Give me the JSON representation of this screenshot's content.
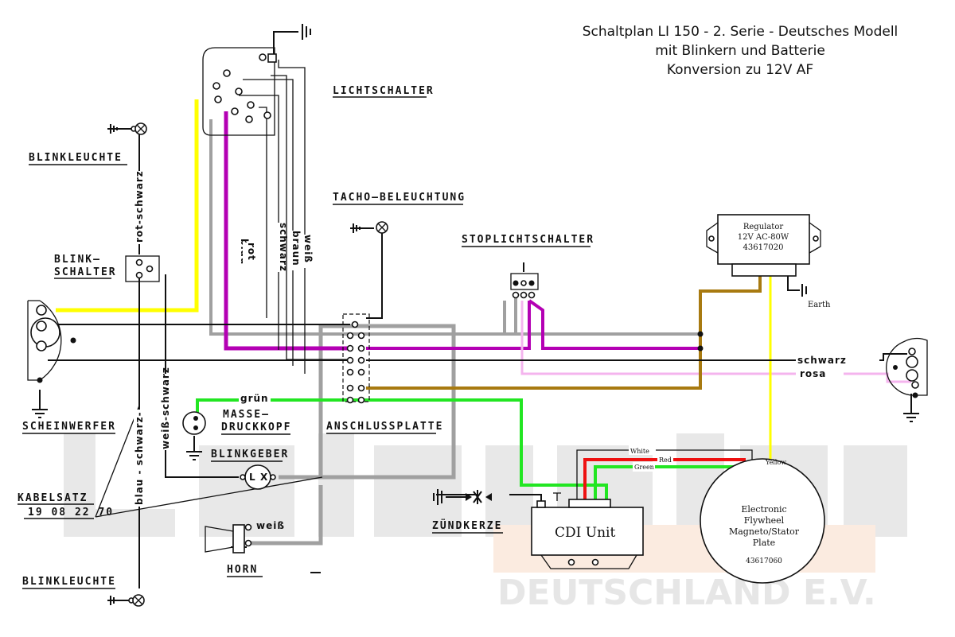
{
  "title": {
    "line1": "Schaltplan LI 150 - 2. Serie - Deutsches  Modell",
    "line2": "mit Blinkern und Batterie",
    "line3": "Konversion zu 12V AF"
  },
  "watermark": {
    "brand": "Lambretta",
    "club": "CLUB",
    "org": "DEUTSCHLAND E.V."
  },
  "components": {
    "lichtschalter": "LICHTSCHALTER",
    "blinkleuchte_front": "BLINKLEUCHTE",
    "blinkleuchte_rear": "BLINKLEUCHTE",
    "blinkschalter_1": "BLINK–",
    "blinkschalter_2": "SCHALTER",
    "scheinwerfer": "SCHEINWERFER",
    "kabelsatz": "KABELSATZ",
    "kabelsatz_nr": "19 08 22 70",
    "tacho": "TACHO–BELEUCHTUNG",
    "stoplicht": "STOPLICHTSCHALTER",
    "anschlussplatte": "ANSCHLUSSPLATTE",
    "masse_1": "MASSE–",
    "masse_2": "DRUCKKOPF",
    "blinkgeber": "BLINKGEBER",
    "blinkgeber_L": "L",
    "blinkgeber_X": "X",
    "horn": "HORN",
    "zuendkerze": "ZÜNDKERZE",
    "cdi": "CDI Unit",
    "regulator_1": "Regulator",
    "regulator_2": "12V AC-80W",
    "regulator_3": "43617020",
    "earth": "Earth",
    "stator_1": "Electronic",
    "stator_2": "Flywheel",
    "stator_3": "Magneto/Stator",
    "stator_4": "Plate",
    "stator_5": "43617060"
  },
  "wire_labels": {
    "rot_schwarz": "rot-schwarz",
    "blau_schwarz": "blau - schwarz-",
    "weiss_schwarz": "weiß-schwarz",
    "blau": "blau",
    "rot": "rot",
    "schwarz": "schwarz",
    "braun": "braun",
    "weiss": "weiß",
    "gruen": "grün",
    "horn_weiss": "weiß",
    "rear_schwarz": "schwarz",
    "rear_rosa": "rosa",
    "white": "White",
    "red": "Red",
    "green": "Green",
    "yellow": "Yellow"
  },
  "colors": {
    "yellow": "#ffff00",
    "magenta": "#b400b4",
    "gray": "#a0a0a0",
    "brown": "#a87a10",
    "green": "#22e622",
    "red": "#ee1111",
    "pink": "#f4b4ee",
    "black": "#111111"
  }
}
